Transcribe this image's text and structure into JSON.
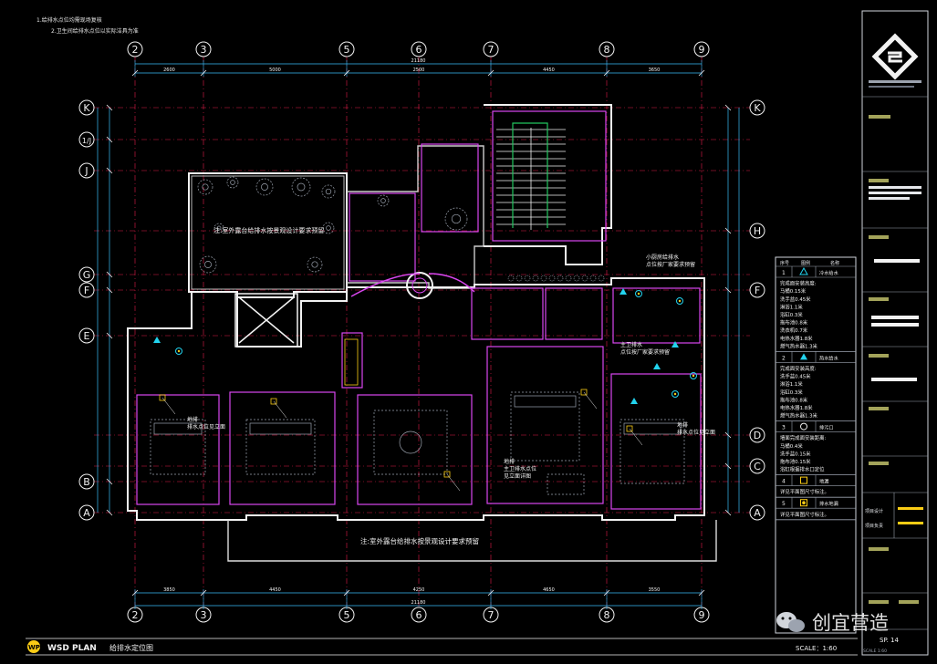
{
  "notes": {
    "line1": "1.给排水点位均需现场复核",
    "line2": "2.卫生间给排水点位以实际洁具为准"
  },
  "grid": {
    "top_bubbles": [
      "2",
      "3",
      "5",
      "6",
      "7",
      "8",
      "9"
    ],
    "bottom_bubbles": [
      "2",
      "3",
      "5",
      "6",
      "7",
      "8",
      "9"
    ],
    "left_bubbles": [
      "K",
      "1/J",
      "J",
      "G",
      "F",
      "E",
      "B",
      "A"
    ],
    "right_bubbles": [
      "K",
      "H",
      "F",
      "D",
      "C",
      "A"
    ]
  },
  "dimensions": {
    "top_total": "21180",
    "top_segments": [
      "2600",
      "5000",
      "2500",
      "4450",
      "3650"
    ],
    "bottom_total": "21180",
    "bottom_segments": [
      "3850",
      "4450",
      "4250",
      "4650",
      "3550"
    ]
  },
  "annotations": {
    "north_terrace": "注:室外露台给排水按景观设计要求预留",
    "south_terrace": "注:室外露台给排水按景观设计要求预留",
    "kitchen_room": "小厨房给排水\n点位按厂家要求预留",
    "bath_room": "主卫排水\n点位按厂家要求预留",
    "floor_drain_1": "地排\n排水点位见立面",
    "floor_drain_2": "地排\n主卫排水点位\n见立面详图",
    "floor_drain_3": "地排\n排水点位见立面"
  },
  "legend": {
    "header": [
      "序号",
      "图例",
      "名称"
    ],
    "items": [
      {
        "no": "1",
        "name": "冷水给水",
        "desc": [
          "完成面安装高度:",
          "马桶0.15米",
          "洗手盆0.45米",
          "淋浴1.1米",
          "浴缸0.3米",
          "拖布池0.8米",
          "洗衣机0.7米",
          "电热水器1.8米",
          "燃气热水器1.3米"
        ]
      },
      {
        "no": "2",
        "name": "热水给水",
        "desc": [
          "完成面安装高度:",
          "洗手盆0.45米",
          "淋浴1.1米",
          "浴缸0.3米",
          "拖布池0.8米",
          "电热水器1.8米",
          "燃气热水器1.3米"
        ]
      },
      {
        "no": "3",
        "name": "排污口",
        "desc": [
          "墙面完成面安装距离:",
          "马桶0.4米",
          "洗手盆0.15米",
          "拖布池0.15米",
          "浴缸根据排水口定位"
        ]
      },
      {
        "no": "4",
        "name": "地漏",
        "desc": [
          "详见平面图尺寸标注。"
        ]
      },
      {
        "no": "5",
        "name": "排水地漏",
        "desc": [
          "详见平面图尺寸标注。"
        ]
      }
    ]
  },
  "title_block": {
    "designer_label": "项目设计",
    "reviewer_label": "项目负责",
    "sheet_no": "SP. 14",
    "scale": "SCALE 1:60"
  },
  "footer": {
    "badge": "WP",
    "title_en": "WSD PLAN",
    "title_cn": "给排水定位图",
    "scale": "SCALE：1:60"
  },
  "watermark": {
    "text": "创宜营造"
  },
  "colors": {
    "grid_line": "#e11d48",
    "wall": "#f2f2f2",
    "accent_magenta": "#d946ef",
    "cold_water": "#22d3ee",
    "hot_water": "#facc15",
    "dimension": "#38bdf8",
    "stair_green": "#22c55e"
  }
}
